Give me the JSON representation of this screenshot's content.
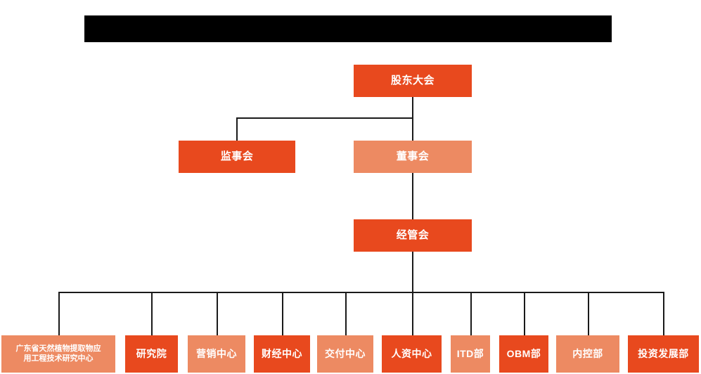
{
  "banner": {
    "name": "redacted-title-bar",
    "text": ""
  },
  "colors": {
    "dark_orange": "#E8491E",
    "light_orange": "#ED8A62",
    "line": "#1a1a1a",
    "background": "#FFFFFF",
    "banner": "#000000",
    "text": "#FFFFFF"
  },
  "nodes": {
    "shareholders_meeting": "股东大会",
    "board_of_supervisors": "监事会",
    "board_of_directors": "董事会",
    "management_committee": "经管会"
  },
  "departments": [
    {
      "label_line1": "广东省天然植物提取物应",
      "label_line2": "用工程技术研究中心",
      "tone": "light"
    },
    {
      "label": "研究院",
      "tone": "dark"
    },
    {
      "label": "营销中心",
      "tone": "light"
    },
    {
      "label": "财经中心",
      "tone": "dark"
    },
    {
      "label": "交付中心",
      "tone": "light"
    },
    {
      "label": "人资中心",
      "tone": "dark"
    },
    {
      "label": "ITD部",
      "tone": "light"
    },
    {
      "label": "OBM部",
      "tone": "dark"
    },
    {
      "label": "内控部",
      "tone": "light"
    },
    {
      "label": "投资发展部",
      "tone": "dark"
    }
  ]
}
